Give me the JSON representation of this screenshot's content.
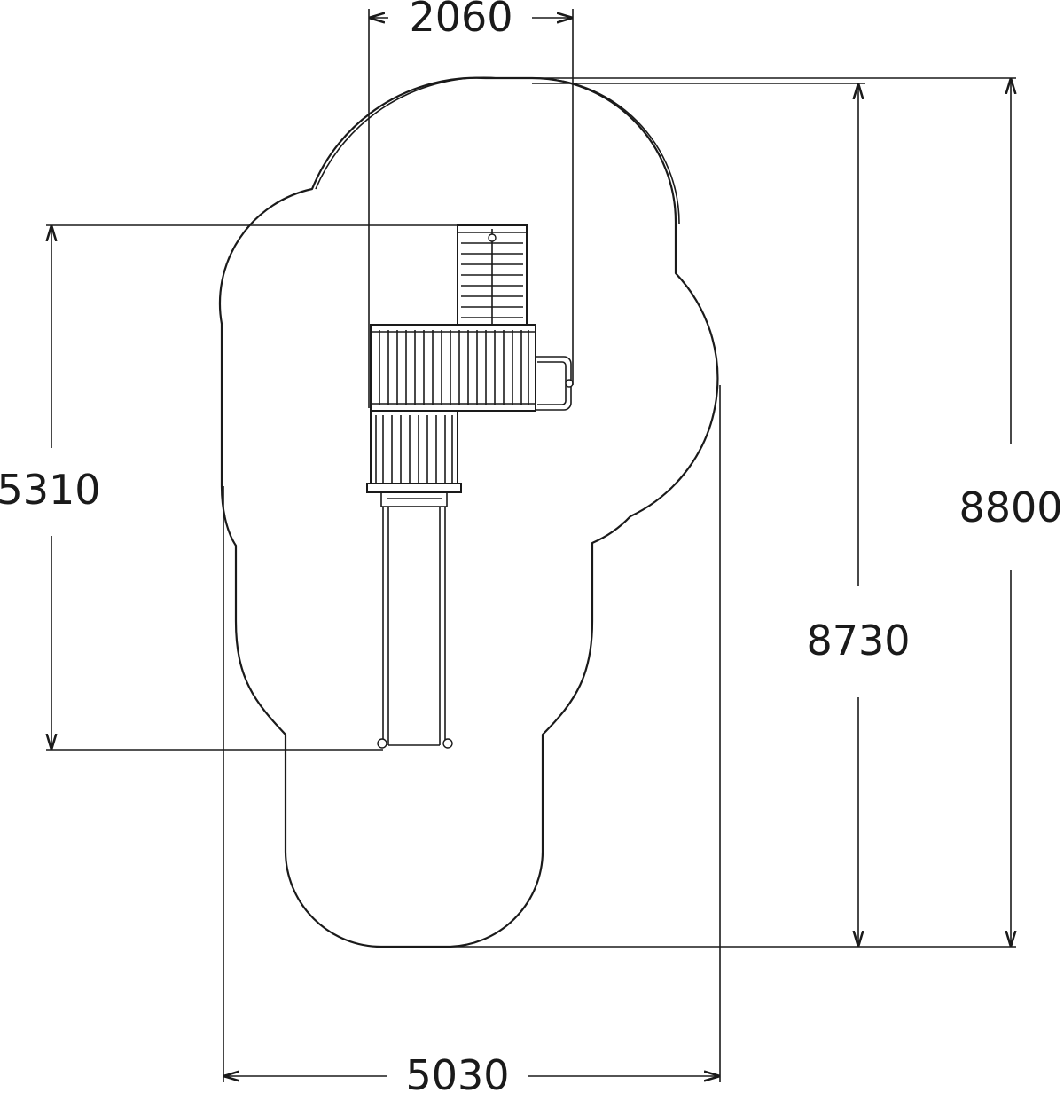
{
  "dimensions": {
    "top_width": "2060",
    "left_height": "5310",
    "inner_height": "8730",
    "outer_height": "8800",
    "bottom_width": "5030"
  },
  "colors": {
    "line": "#1a1a1a",
    "background": "#ffffff"
  }
}
